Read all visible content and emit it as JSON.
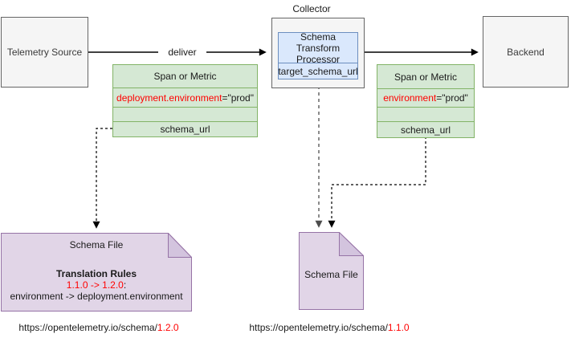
{
  "diagram": {
    "telemetry_source_label": "Telemetry Source",
    "collector_label": "Collector",
    "processor_title": "Schema Transform Processor",
    "processor_row": "target_schema_url",
    "backend_label": "Backend",
    "deliver_label": "deliver"
  },
  "span_tables": [
    {
      "header": "Span or Metric",
      "attr_key": "deployment.environment",
      "attr_value": "=\"prod\"",
      "footer": "schema_url"
    },
    {
      "header": "Span or Metric",
      "attr_key": "environment",
      "attr_value": "=\"prod\"",
      "footer": "schema_url"
    }
  ],
  "schema_files": [
    {
      "title": "Schema File",
      "rules_heading": "Translation Rules",
      "rule_versions": "1.1.0 -> 1.2.0",
      "rule_versions_suffix": ":",
      "rule_mapping": "environment -> deployment.environment"
    },
    {
      "title": "Schema File"
    }
  ],
  "urls": [
    {
      "base": "https://opentelemetry.io/schema/",
      "version": "1.2.0"
    },
    {
      "base": "https://opentelemetry.io/schema/",
      "version": "1.1.0"
    }
  ],
  "palette": {
    "node_fill": "#F5F5F5",
    "node_border": "#666666",
    "processor_fill": "#DAE8FC",
    "processor_border": "#6C8EBF",
    "table_fill": "#D5E8D4",
    "table_border": "#82B366",
    "file_fill": "#E1D5E7",
    "file_fold_fill": "#D3C4DE",
    "file_border": "#9673A6",
    "highlight_red": "#FF0000",
    "connector_black": "#000000",
    "connector_gray": "#666666"
  }
}
